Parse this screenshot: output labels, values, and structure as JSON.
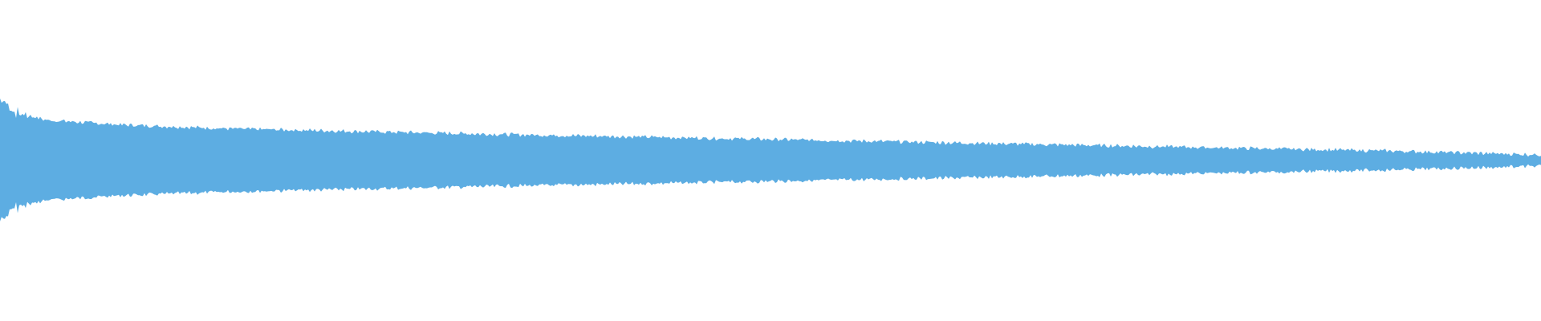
{
  "waveform": {
    "color": "#5dade2",
    "background": "#ffffff",
    "envelope": [
      [
        0,
        0.64
      ],
      [
        0.002,
        0.62
      ],
      [
        0.01,
        0.5
      ],
      [
        0.03,
        0.42
      ],
      [
        0.08,
        0.37
      ],
      [
        0.15,
        0.33
      ],
      [
        0.21,
        0.31
      ],
      [
        0.24,
        0.3
      ],
      [
        0.33,
        0.27
      ],
      [
        0.4,
        0.25
      ],
      [
        0.5,
        0.22
      ],
      [
        0.6,
        0.19
      ],
      [
        0.7,
        0.16
      ],
      [
        0.8,
        0.13
      ],
      [
        0.9,
        0.1
      ],
      [
        1.0,
        0.06
      ]
    ]
  }
}
